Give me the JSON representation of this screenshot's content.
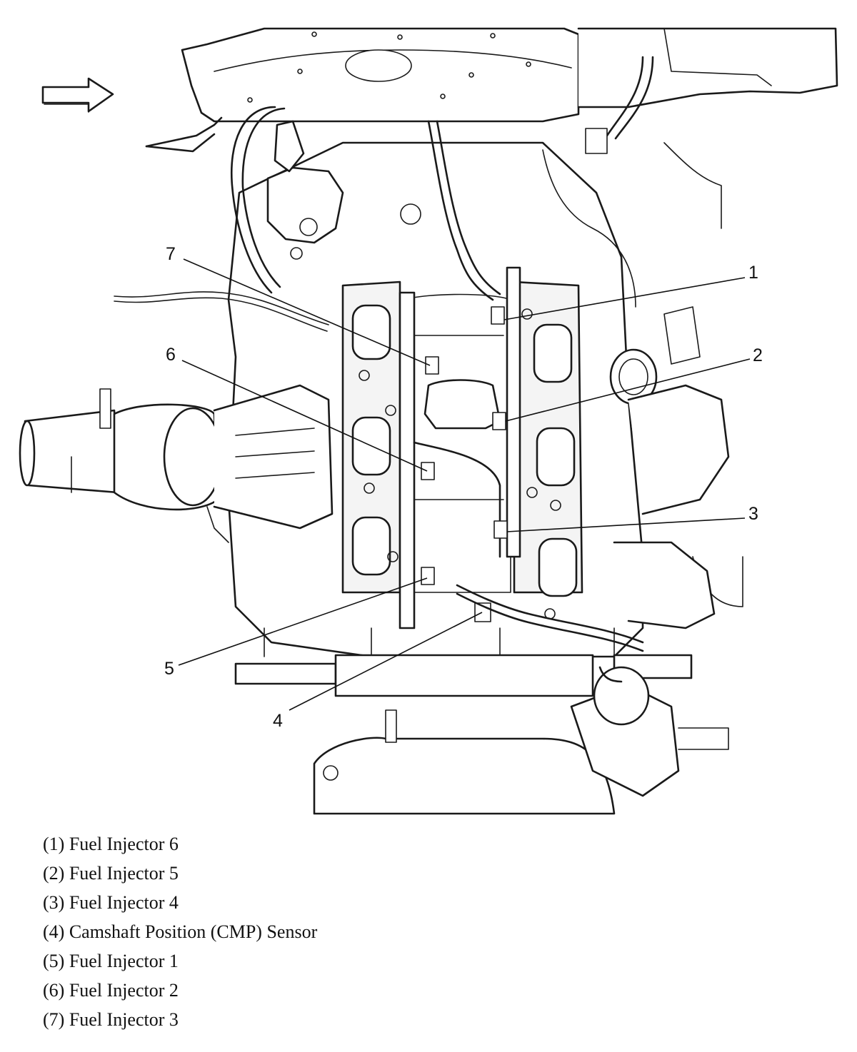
{
  "diagram": {
    "callouts": [
      "1",
      "2",
      "3",
      "4",
      "5",
      "6",
      "7"
    ]
  },
  "legend": [
    "(1) Fuel Injector 6",
    "(2) Fuel Injector 5",
    "(3) Fuel Injector 4",
    "(4) Camshaft Position (CMP) Sensor",
    "(5) Fuel Injector 1",
    "(6) Fuel Injector 2",
    "(7) Fuel Injector 3"
  ],
  "icons": {
    "direction_arrow": "arrow-right-icon"
  }
}
